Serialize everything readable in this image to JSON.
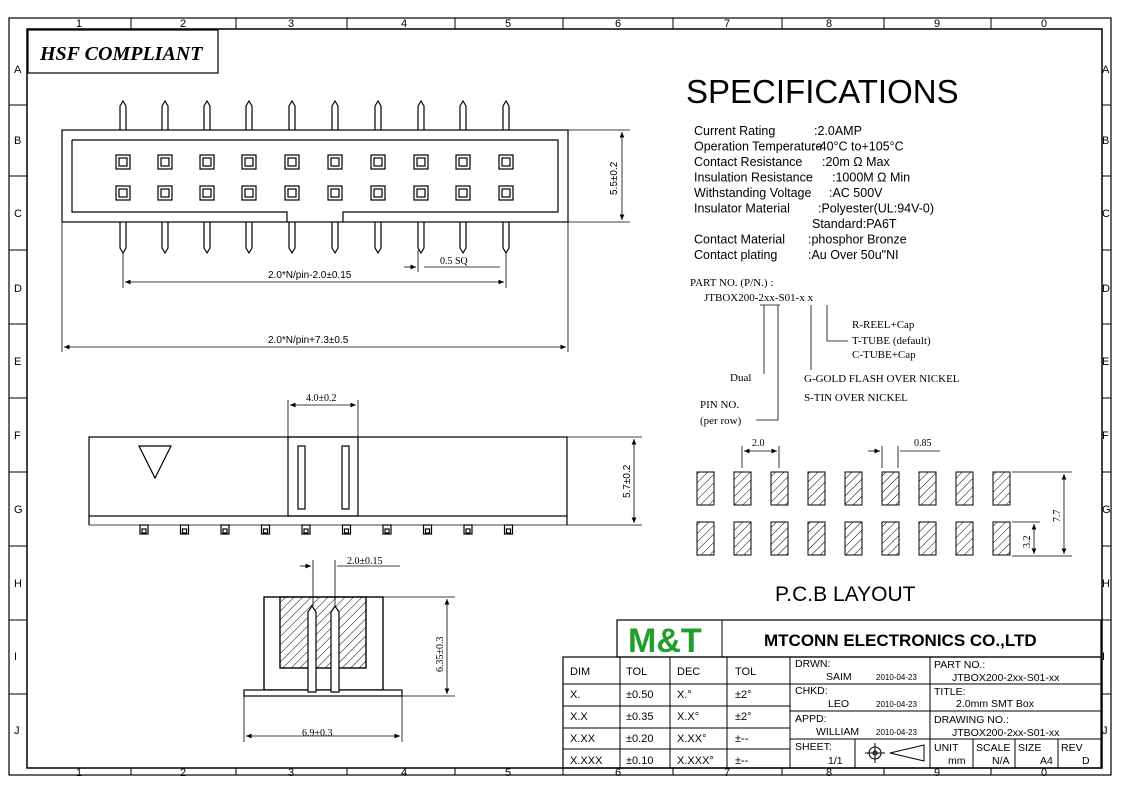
{
  "frame": {
    "cols": [
      "1",
      "2",
      "3",
      "4",
      "5",
      "6",
      "7",
      "8",
      "9",
      "0"
    ],
    "rows": [
      "A",
      "B",
      "C",
      "D",
      "E",
      "F",
      "G",
      "H",
      "I",
      "J"
    ]
  },
  "badge": "HSF COMPLIANT",
  "spec": {
    "title": "SPECIFICATIONS",
    "lines": [
      {
        "label": "Current Rating",
        "value": ":2.0AMP"
      },
      {
        "label": "Operation Temperature",
        "value": ":-40°C to+105°C"
      },
      {
        "label": "Contact Resistance",
        "value": ":20m Ω Max"
      },
      {
        "label": "Insulation Resistance",
        "value": ":1000M Ω  Min"
      },
      {
        "label": "Withstanding Voltage",
        "value": ":AC 500V"
      },
      {
        "label": "Insulator Material",
        "value": ":Polyester(UL:94V-0)"
      },
      {
        "label": "",
        "value": "Standard:PA6T"
      },
      {
        "label": "Contact  Material",
        "value": ":phosphor  Bronze"
      },
      {
        "label": "Contact plating",
        "value": ":Au  Over 50u\"NI"
      }
    ]
  },
  "part": {
    "heading": "PART NO. (P/N.) :",
    "code": "JTBOX200-2xx-S01-x x",
    "opt_r": "R-REEL+Cap",
    "opt_t": "T-TUBE (default)",
    "opt_c": "C-TUBE+Cap",
    "dual": "Dual",
    "gold": "G-GOLD FLASH OVER NICKEL",
    "tin": "S-TIN OVER NICKEL",
    "pin1": "PIN NO.",
    "pin2": "(per row)"
  },
  "dims": {
    "top_height": "5.5±0.2",
    "sq": "0.5 SQ",
    "pin_len": "2.0*N/pin-2.0±0.15",
    "total_len": "2.0*N/pin+7.3±0.5",
    "side_w": "4.0±0.2",
    "side_h": "5.7±0.2",
    "end_pitch": "2.0±0.15",
    "end_h": "6.35±0.3",
    "end_w": "6.9±0.3",
    "pcb_pitch": "2.0",
    "pcb_w": "0.85",
    "pcb_h": "7.7",
    "pcb_pad": "3.2"
  },
  "pcb_title": "P.C.B  LAYOUT",
  "title_block": {
    "logo": "M&T",
    "company": "MTCONN ELECTRONICS CO.,LTD",
    "tol_head": [
      "DIM",
      "TOL",
      "DEC",
      "TOL"
    ],
    "tol_rows": [
      [
        "X.",
        "±0.50",
        "X.°",
        "±2°"
      ],
      [
        "X.X",
        "±0.35",
        "X.X°",
        "±2°"
      ],
      [
        "X.XX",
        "±0.20",
        "X.XX°",
        "±--"
      ],
      [
        "X.XXX",
        "±0.10",
        "X.XXX°",
        "±--"
      ]
    ],
    "drwn_label": "DRWN:",
    "drwn": "SAIM",
    "drwn_date": "2010-04-23",
    "chkd_label": "CHKD:",
    "chkd": "LEO",
    "chkd_date": "2010-04-23",
    "appd_label": "APPD:",
    "appd": "WILLIAM",
    "appd_date": "2010-04-23",
    "sheet_label": "SHEET:",
    "sheet": "1/1",
    "partno_label": "PART NO.:",
    "partno": "JTBOX200-2xx-S01-xx",
    "title_label": "TITLE:",
    "title": "2.0mm SMT Box",
    "drawno_label": "DRAWING NO.:",
    "drawno": "JTBOX200-2xx-S01-xx",
    "unit_label": "UNIT",
    "unit": "mm",
    "scale_label": "SCALE",
    "scale": "N/A",
    "size_label": "SIZE",
    "size": "A4",
    "rev_label": "REV",
    "rev": "D"
  }
}
